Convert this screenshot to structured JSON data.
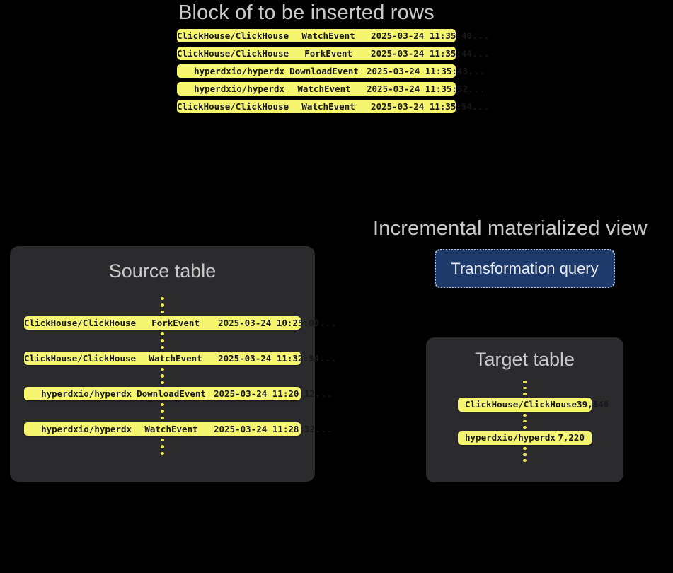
{
  "block": {
    "title": "Block of to be inserted rows",
    "rows": [
      {
        "repo": "ClickHouse/ClickHouse",
        "event": "WatchEvent",
        "time": "2025-03-24 11:35:40",
        "more": "..."
      },
      {
        "repo": "ClickHouse/ClickHouse",
        "event": "ForkEvent",
        "time": "2025-03-24 11:35:44",
        "more": "..."
      },
      {
        "repo": "hyperdxio/hyperdx",
        "event": "DownloadEvent",
        "time": "2025-03-24 11:35:48",
        "more": "..."
      },
      {
        "repo": "hyperdxio/hyperdx",
        "event": "WatchEvent",
        "time": "2025-03-24 11:35:52",
        "more": "..."
      },
      {
        "repo": "ClickHouse/ClickHouse",
        "event": "WatchEvent",
        "time": "2025-03-24 11:35:54",
        "more": "..."
      }
    ]
  },
  "source_table": {
    "title": "Source table",
    "rows": [
      {
        "repo": "ClickHouse/ClickHouse",
        "event": "ForkEvent",
        "time": "2025-03-24 10:25:00",
        "more": "..."
      },
      {
        "repo": "ClickHouse/ClickHouse",
        "event": "WatchEvent",
        "time": "2025-03-24 11:32:54",
        "more": "..."
      },
      {
        "repo": "hyperdxio/hyperdx",
        "event": "DownloadEvent",
        "time": "2025-03-24 11:20:12",
        "more": "..."
      },
      {
        "repo": "hyperdxio/hyperdx",
        "event": "WatchEvent",
        "time": "2025-03-24 11:28:32",
        "more": "..."
      }
    ]
  },
  "materialized_view": {
    "title": "Incremental materialized view",
    "query_label": "Transformation query"
  },
  "target_table": {
    "title": "Target table",
    "rows": [
      {
        "repo": "ClickHouse/ClickHouse",
        "count": "39,640"
      },
      {
        "repo": "hyperdxio/hyperdx",
        "count": "7,220"
      }
    ]
  },
  "colors": {
    "background": "#000000",
    "panel": "#2b2b2e",
    "row_yellow": "#f5f570",
    "dot_yellow": "#f2e84a",
    "heading_gray": "#c9c9c9",
    "query_blue": "#1d3a6b",
    "query_border": "#b9c4d4"
  }
}
